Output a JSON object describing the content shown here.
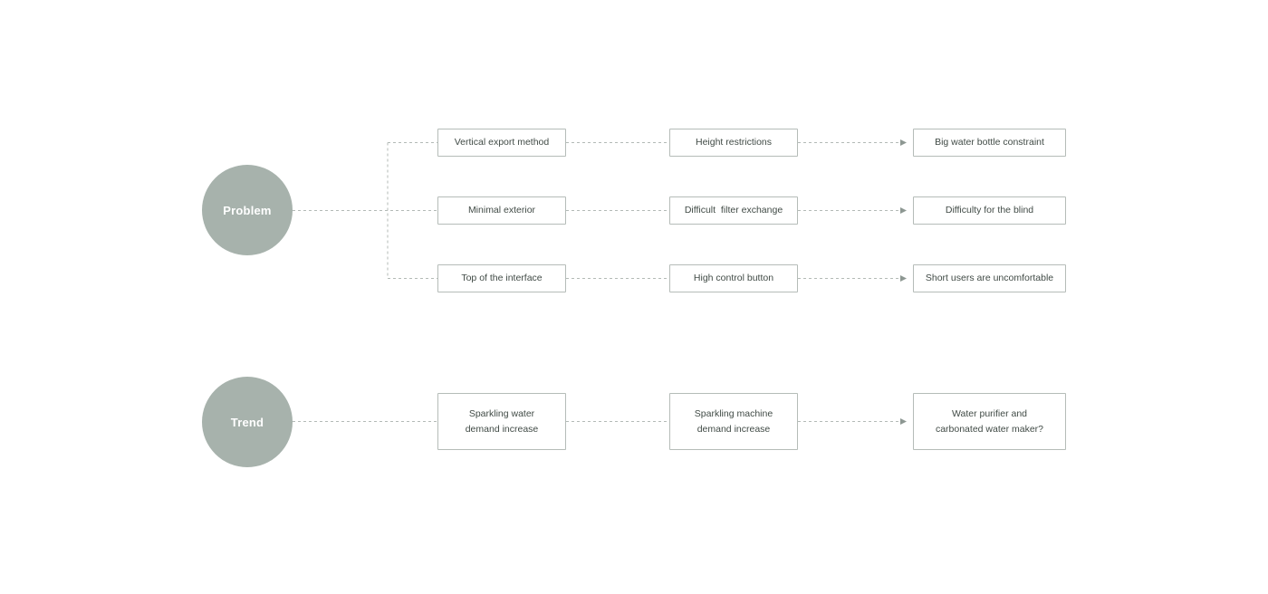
{
  "diagram": {
    "colors": {
      "circle_fill": "#a7b2ac",
      "circle_text": "#ffffff",
      "box_border": "#b5bcb8",
      "box_text": "#414b46",
      "connector": "#b3bab6",
      "arrow": "#8d9792",
      "background": "#ffffff"
    },
    "groups": [
      {
        "label": "Problem",
        "rows": [
          [
            "Vertical export method",
            "Height restrictions",
            "Big water bottle constraint"
          ],
          [
            "Minimal exterior",
            "Difficult  filter exchange",
            "Difficulty for the blind"
          ],
          [
            "Top of the interface",
            "High control button",
            "Short users are uncomfortable"
          ]
        ]
      },
      {
        "label": "Trend",
        "rows": [
          [
            "Sparkling water\ndemand increase",
            "Sparkling machine\ndemand increase",
            "Water purifier and\ncarbonated water maker?"
          ]
        ]
      }
    ]
  }
}
